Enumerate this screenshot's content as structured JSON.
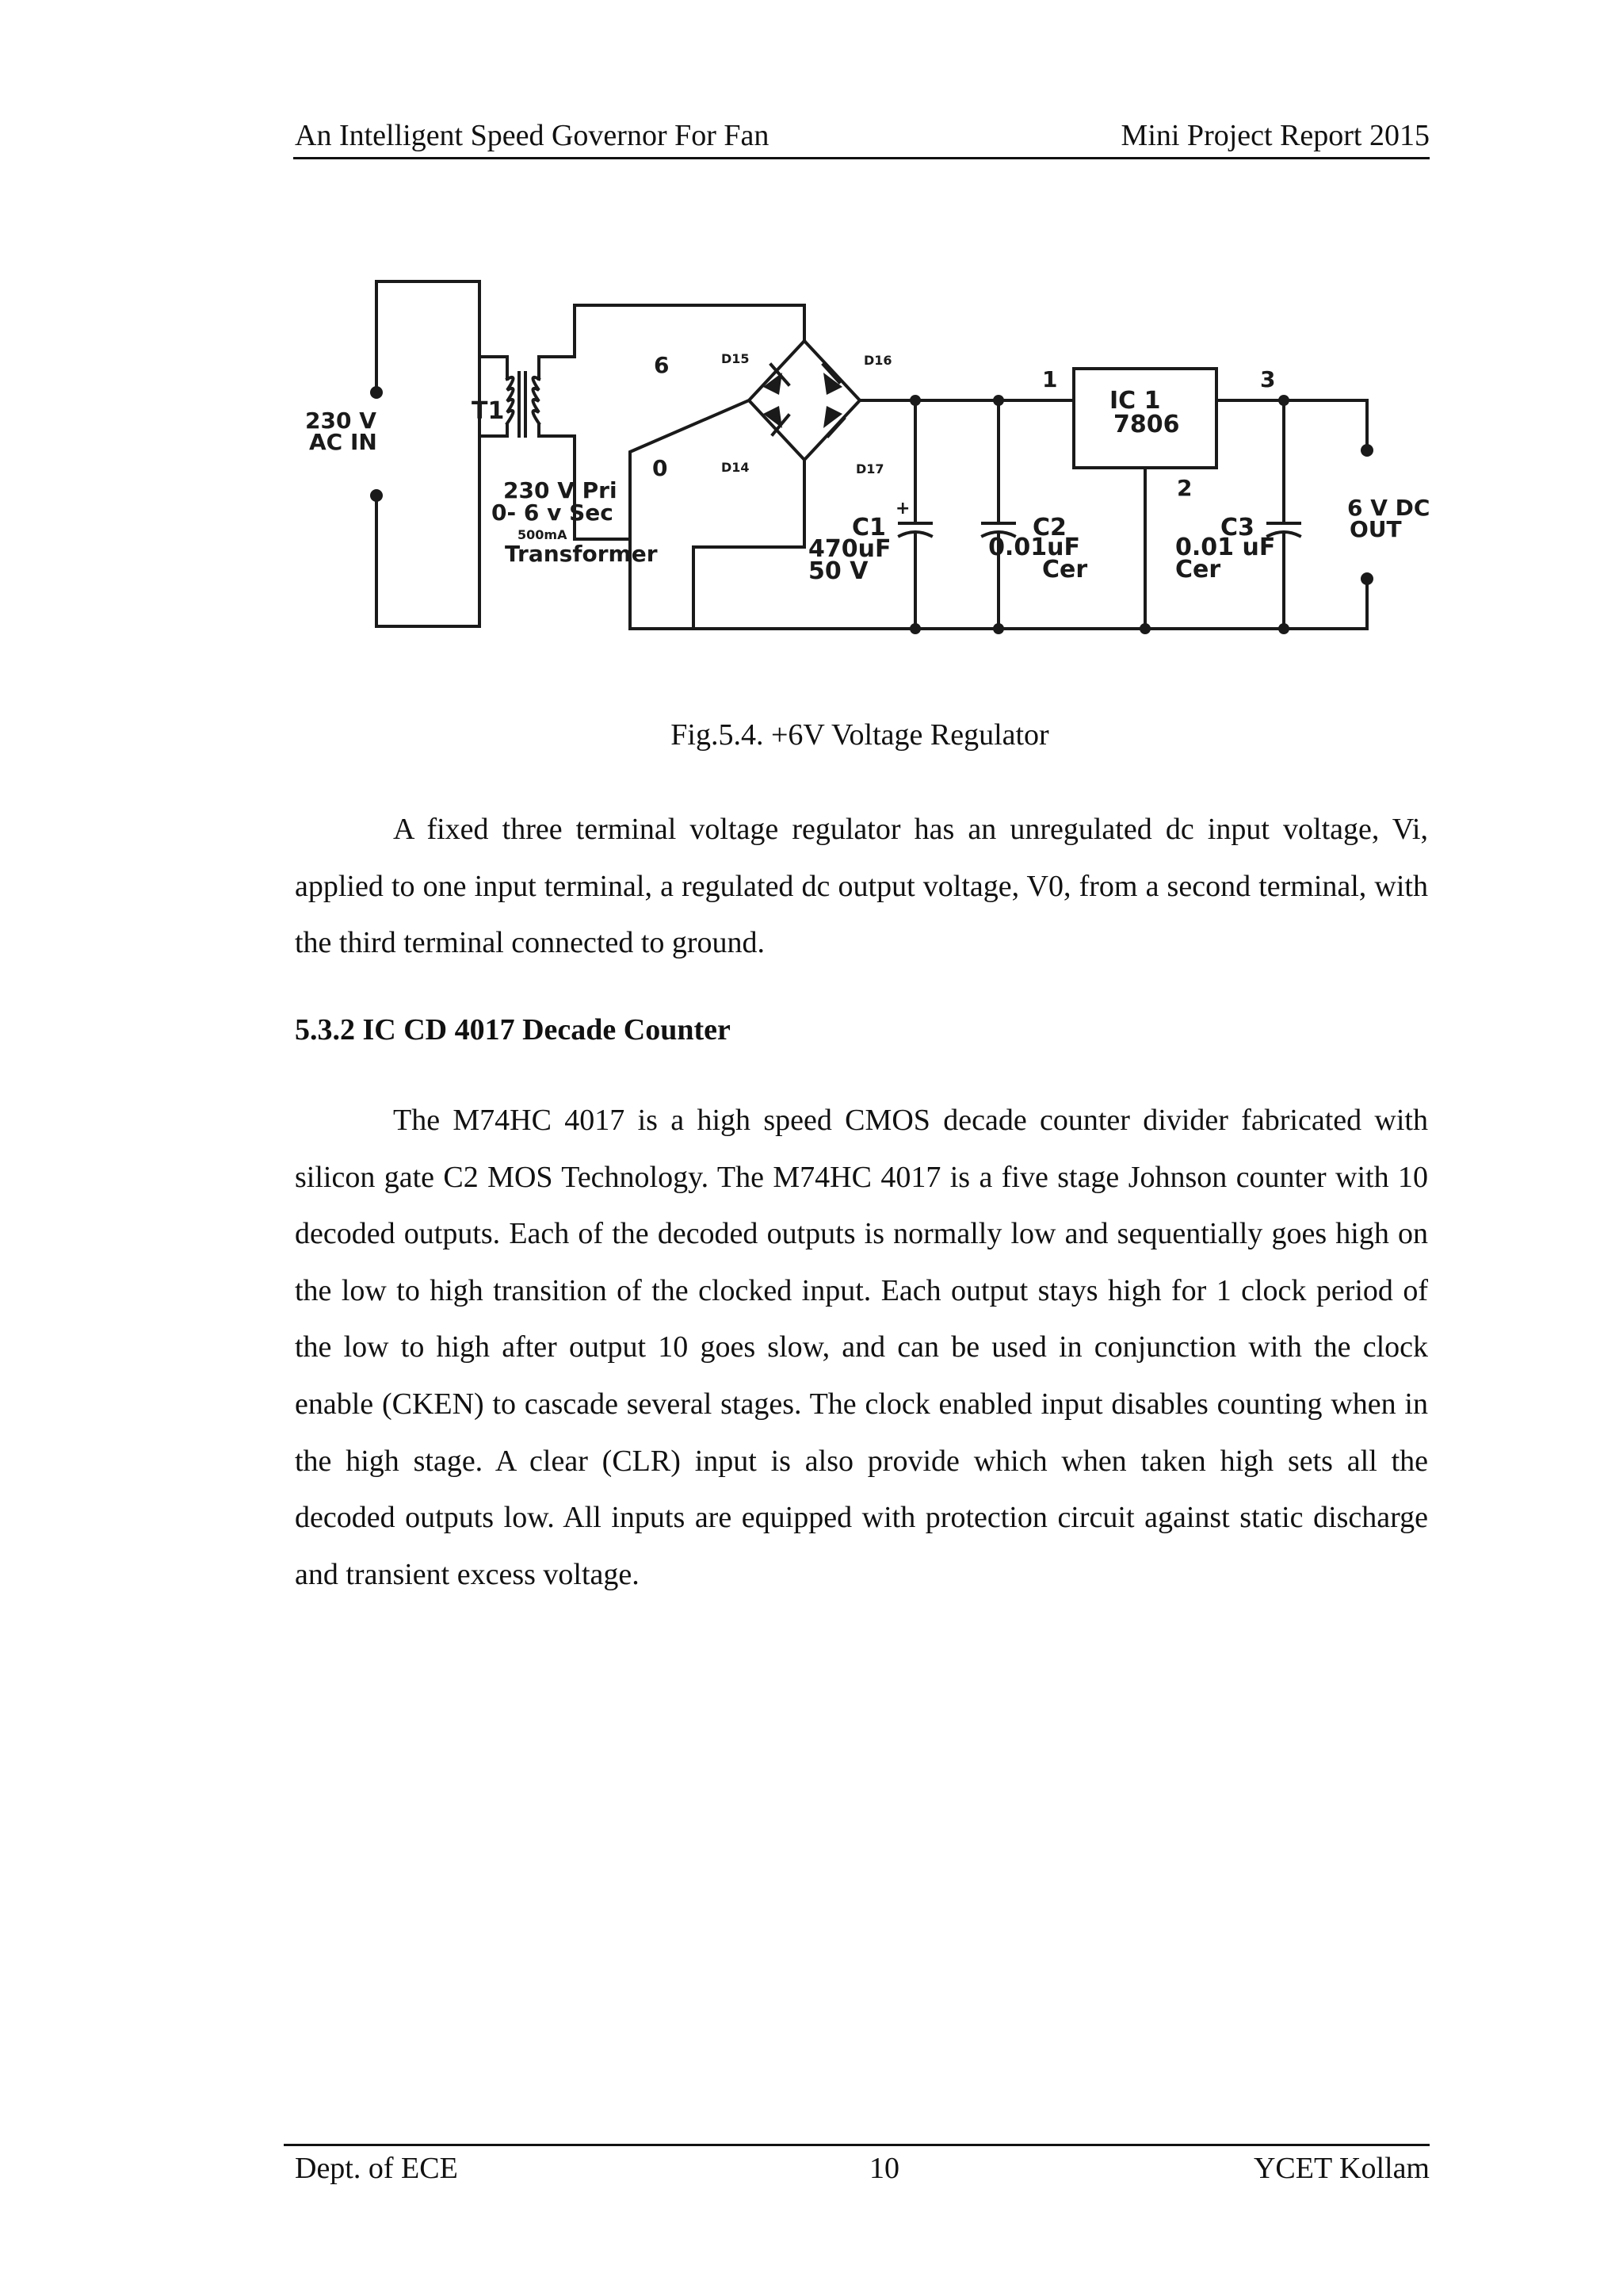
{
  "header": {
    "left": "An Intelligent Speed Governor For Fan",
    "right": "Mini Project Report 2015"
  },
  "figure": {
    "ac_in": [
      "230 V",
      "AC IN"
    ],
    "transformer_ref": "T1",
    "transformer_specs": [
      "230 V Pri",
      "0- 6 v Sec",
      "500mA",
      "Transformer"
    ],
    "sec_tap_6": "6",
    "sec_tap_0": "0",
    "diodes": {
      "d15": "D15",
      "d16": "D16",
      "d14": "D14",
      "d17": "D17"
    },
    "c1": [
      "C1",
      "470uF",
      "50 V"
    ],
    "c1_polarity": "+",
    "c2": [
      "C2",
      "0.01uF",
      "Cer"
    ],
    "c3": [
      "C3",
      "0.01 uF",
      "Cer"
    ],
    "ic": [
      "IC 1",
      "7806"
    ],
    "ic_pins": {
      "in": "1",
      "gnd": "2",
      "out": "3"
    },
    "output": [
      "6 V DC",
      "OUT"
    ]
  },
  "caption": "Fig.5.4. +6V Voltage Regulator",
  "paragraph1": "A fixed three terminal voltage regulator has an unregulated dc input voltage, Vi, applied to one input terminal, a regulated dc output voltage, V0, from a second terminal, with the third terminal connected to ground.",
  "section_heading": "5.3.2 IC CD 4017 Decade Counter",
  "paragraph2": "The M74HC 4017 is a high speed CMOS decade counter divider fabricated with silicon gate C2 MOS Technology. The M74HC 4017 is a five stage Johnson counter with 10 decoded outputs. Each of the decoded outputs is normally low and sequentially goes high on the low to high transition of the clocked input. Each output stays high for 1 clock period of the low to high after output 10 goes slow, and can be used in conjunction with the clock enable (CKEN) to cascade several stages. The clock enabled input disables counting when in the high stage. A clear (CLR) input is also provide which when taken high sets all the decoded outputs low. All inputs are equipped with protection circuit against static discharge and transient excess voltage.",
  "footer": {
    "left": "Dept. of ECE",
    "page": "10",
    "right": "YCET Kollam"
  }
}
